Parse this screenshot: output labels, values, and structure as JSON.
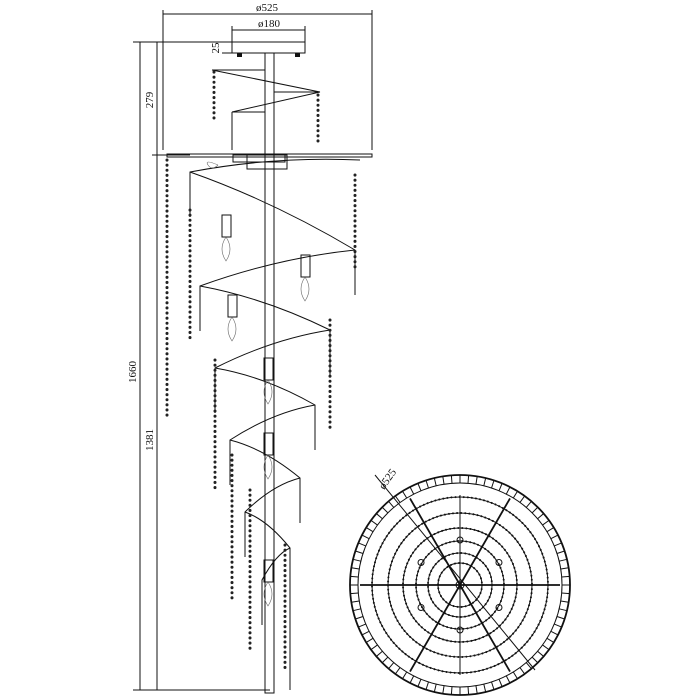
{
  "drawing": {
    "dimensions": {
      "overall_diameter": "ø525",
      "canopy_diameter": "ø180",
      "canopy_height": "25",
      "top_section_height": "279",
      "total_height": "1660",
      "lower_section_height": "1381",
      "bottom_view_diameter": "ø525"
    }
  }
}
